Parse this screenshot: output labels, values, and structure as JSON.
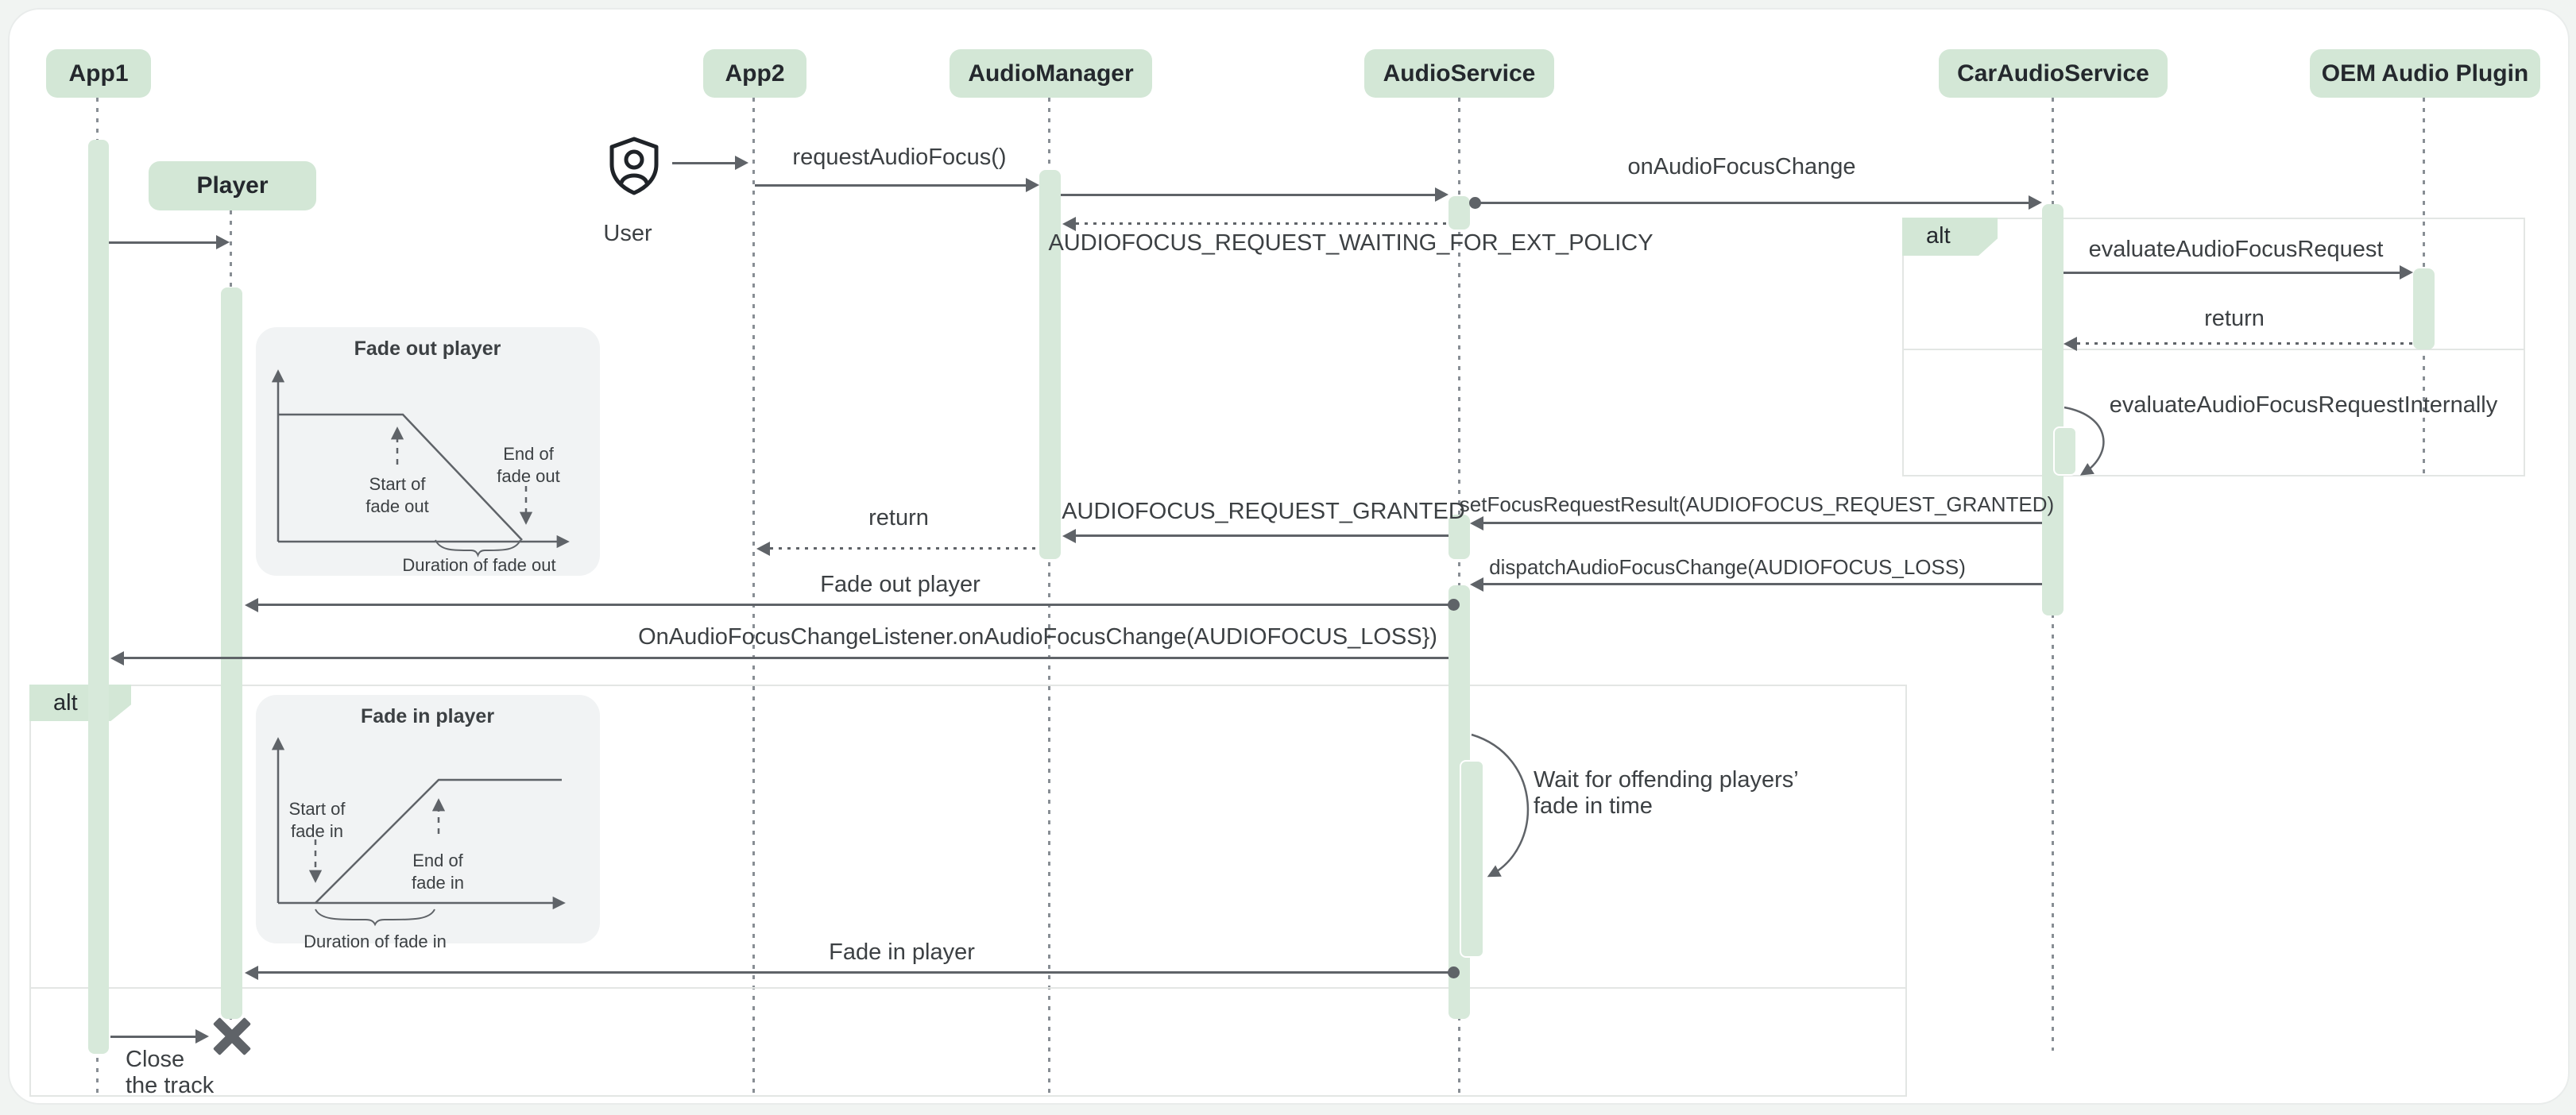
{
  "participants": [
    {
      "id": "app1",
      "label": "App1"
    },
    {
      "id": "player",
      "label": "Player"
    },
    {
      "id": "app2",
      "label": "App2"
    },
    {
      "id": "audiomanager",
      "label": "AudioManager"
    },
    {
      "id": "audioservice",
      "label": "AudioService"
    },
    {
      "id": "caraudioservice",
      "label": "CarAudioService"
    },
    {
      "id": "oem_plugin",
      "label": "OEM Audio Plugin"
    }
  ],
  "actor": {
    "label": "User",
    "icon": "user-shield-icon"
  },
  "fragments": [
    {
      "label": "alt"
    },
    {
      "label": "alt"
    }
  ],
  "messages": [
    {
      "label": "requestAudioFocus()"
    },
    {
      "label": "onAudioFocusChange"
    },
    {
      "label": "AUDIOFOCUS_REQUEST_WAITING_FOR_EXT_POLICY"
    },
    {
      "label": "evaluateAudioFocusRequest"
    },
    {
      "label": "return"
    },
    {
      "label": "evaluateAudioFocusRequestInternally"
    },
    {
      "label": "setFocusRequestResult(AUDIOFOCUS_REQUEST_GRANTED)"
    },
    {
      "label": "AUDIOFOCUS_REQUEST_GRANTED"
    },
    {
      "label": "return"
    },
    {
      "label": "dispatchAudioFocusChange(AUDIOFOCUS_LOSS)"
    },
    {
      "label": "Fade out player"
    },
    {
      "label": "OnAudioFocusChangeListener.onAudioFocusChange(AUDIOFOCUS_LOSS})"
    },
    {
      "label": "Fade in player"
    }
  ],
  "notes": {
    "wait": "Wait for offending players’\nfade in time",
    "close": "Close\nthe track"
  },
  "insets": [
    {
      "title": "Fade out player",
      "start": "Start of\nfade out",
      "end": "End of\nfade out",
      "duration": "Duration of fade out"
    },
    {
      "title": "Fade in player",
      "start": "Start of\nfade in",
      "end": "End of\nfade in",
      "duration": "Duration of fade in"
    }
  ],
  "icons": {
    "actor": "user-shield-icon",
    "destroy": "x-icon"
  },
  "colors": {
    "participant_fill": "#d3e7d6",
    "activation_fill": "#d7e9da",
    "arrow": "#5f6368",
    "text": "#3c4043",
    "inset_fill": "#f1f3f4",
    "fragment_border": "#e3e6e4",
    "page_background": "#f1f4f2"
  }
}
